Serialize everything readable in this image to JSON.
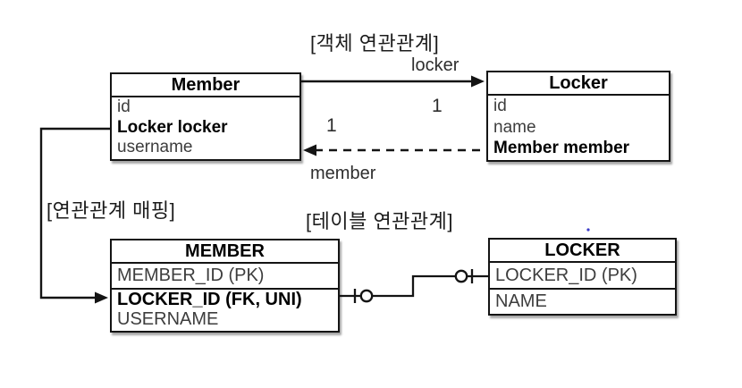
{
  "section_titles": {
    "object_association": "[객체 연관관계]",
    "association_mapping": "[연관관계 매핑]",
    "table_association": "[테이블 연관관계]"
  },
  "object_diagram": {
    "member_class": {
      "title": "Member",
      "field_id": "id",
      "field_locker": "Locker locker",
      "field_username": "username"
    },
    "locker_class": {
      "title": "Locker",
      "field_id": "id",
      "field_name": "name",
      "field_member": "Member member"
    },
    "locker_edge": {
      "role": "locker",
      "multiplicity": "1"
    },
    "member_edge": {
      "role": "member",
      "multiplicity": "1"
    }
  },
  "table_diagram": {
    "member_table": {
      "title": "MEMBER",
      "row_pk": "MEMBER_ID (PK)",
      "row_fk": "LOCKER_ID (FK, UNI)",
      "row_username": "USERNAME"
    },
    "locker_table": {
      "title": "LOCKER",
      "row_pk": "LOCKER_ID (PK)",
      "row_name": "NAME"
    }
  },
  "colors": {
    "line": "#141414",
    "text_primary": "#000000",
    "text_secondary": "#3d3d3d",
    "background": "#ffffff",
    "dot_accent": "#3b3bc8"
  }
}
